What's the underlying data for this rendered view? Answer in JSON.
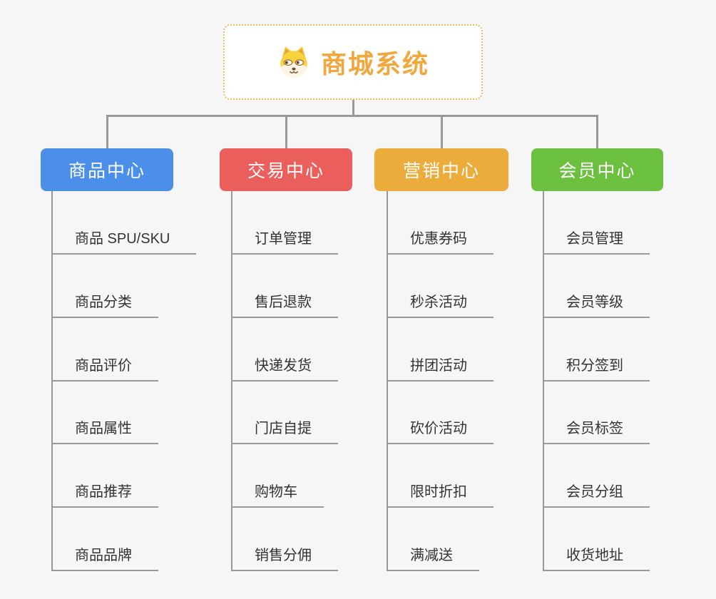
{
  "background_color": "#f6f6f6",
  "connector_color": "#999999",
  "root": {
    "title": "商城系统",
    "icon": "shiba-dog-icon",
    "text_color": "#f0a83e",
    "border_color": "#eeb95f",
    "background": "#ffffff"
  },
  "branches": [
    {
      "label": "商品中心",
      "color": "#4c8fe8",
      "items": [
        "商品 SPU/SKU",
        "商品分类",
        "商品评价",
        "商品属性",
        "商品推荐",
        "商品品牌"
      ]
    },
    {
      "label": "交易中心",
      "color": "#ea5e5c",
      "items": [
        "订单管理",
        "售后退款",
        "快递发货",
        "门店自提",
        "购物车",
        "销售分佣"
      ]
    },
    {
      "label": "营销中心",
      "color": "#ebac3c",
      "items": [
        "优惠券码",
        "秒杀活动",
        "拼团活动",
        "砍价活动",
        "限时折扣",
        "满减送"
      ]
    },
    {
      "label": "会员中心",
      "color": "#6cc040",
      "items": [
        "会员管理",
        "会员等级",
        "积分签到",
        "会员标签",
        "会员分组",
        "收货地址"
      ]
    }
  ]
}
